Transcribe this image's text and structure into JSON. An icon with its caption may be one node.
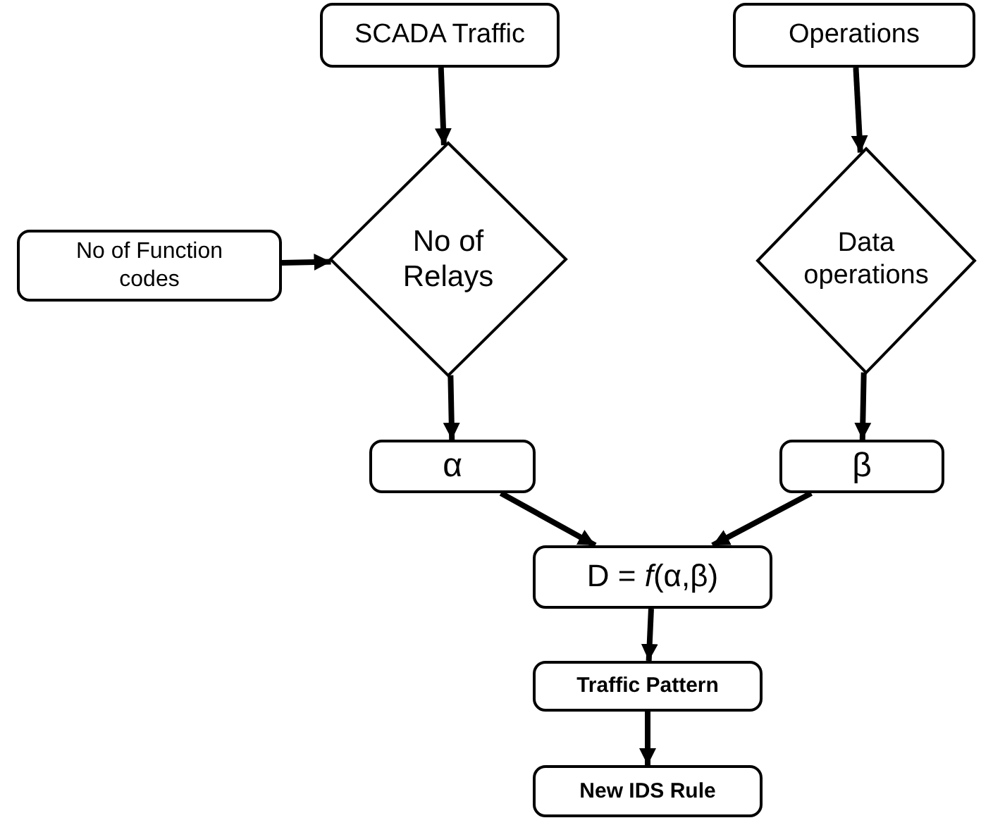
{
  "diagram": {
    "nodes": [
      {
        "text": [
          "SCADA Traffic"
        ]
      },
      {
        "text": [
          "Operations"
        ]
      },
      {
        "text": [
          "No of Function codes"
        ]
      },
      {
        "text": [
          "No of Relays"
        ]
      },
      {
        "text": [
          "Data operations"
        ]
      },
      {
        "text": [
          "α"
        ]
      },
      {
        "text": [
          "β"
        ]
      },
      {
        "text": [
          "D = *f*(α,β)"
        ]
      },
      {
        "text": [
          "Traffic Pattern"
        ]
      },
      {
        "text": [
          "New IDS Rule"
        ]
      }
    ],
    "edges": [
      {
        "from": 0,
        "to": 3,
        "arrow": "to"
      },
      {
        "from": 1,
        "to": 4,
        "arrow": "to"
      },
      {
        "from": 2,
        "to": 3,
        "arrow": "to"
      },
      {
        "from": 3,
        "to": 5,
        "arrow": "to"
      },
      {
        "from": 4,
        "to": 6,
        "arrow": "to"
      },
      {
        "from": 5,
        "to": 7,
        "arrow": "to"
      },
      {
        "from": 6,
        "to": 7,
        "arrow": "to"
      },
      {
        "from": 7,
        "to": 8,
        "arrow": "to"
      },
      {
        "from": 8,
        "to": 9,
        "arrow": "to"
      }
    ]
  }
}
